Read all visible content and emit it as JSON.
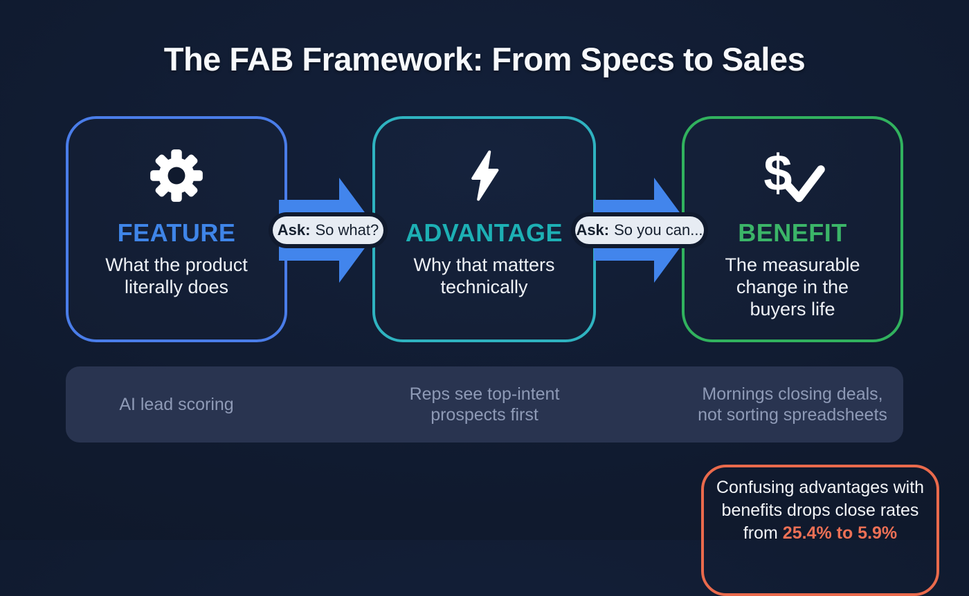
{
  "title": "The FAB Framework: From Specs to Sales",
  "stages": [
    {
      "label": "FEATURE",
      "description": "What the product literally does",
      "example": "AI lead scoring",
      "icon": "gear-icon",
      "accent_color": "#3f85e8",
      "border_color": "#4a7de9"
    },
    {
      "label": "ADVANTAGE",
      "description": "Why that matters technically",
      "example": "Reps see top-intent prospects first",
      "icon": "lightning-icon",
      "accent_color": "#1db0b4",
      "border_color": "#2fb3c0"
    },
    {
      "label": "BENEFIT",
      "description": "The measurable change in the buyers life",
      "example": "Mornings closing deals, not sorting spreadsheets",
      "icon": "dollar-check-icon",
      "accent_color": "#3bb568",
      "border_color": "#31b25e"
    }
  ],
  "connectors": [
    {
      "ask_word": "Ask:",
      "question": "So what?"
    },
    {
      "ask_word": "Ask:",
      "question": "So you can..."
    }
  ],
  "callout": {
    "text": "Confusing advantages with benefits drops close rates from",
    "highlight": "25.4% to 5.9%"
  },
  "colors": {
    "background": "#101a2e",
    "arrow_blue": "#4285ec",
    "pill_background": "#e7ecf3",
    "panel_background": "#293450",
    "panel_text": "#8e9ab6",
    "callout_border": "#ea6a4c",
    "callout_highlight": "#ed7055",
    "title_text": "#f7f9fc"
  }
}
